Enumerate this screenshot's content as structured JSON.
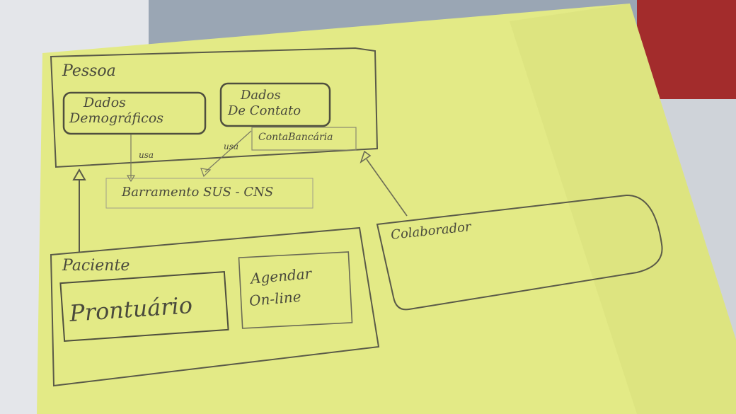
{
  "diagram": {
    "pessoa": {
      "title": "Pessoa"
    },
    "dados_demograficos": {
      "line1": "Dados",
      "line2": "Demográficos"
    },
    "dados_contato": {
      "line1": "Dados",
      "line2": "De Contato"
    },
    "conta_bancaria": {
      "label": "ContaBancária"
    },
    "barramento": {
      "label": "Barramento SUS - CNS"
    },
    "usa_left": {
      "label": "usa"
    },
    "usa_right": {
      "label": "usa"
    },
    "paciente": {
      "title": "Paciente"
    },
    "prontuario": {
      "label": "Prontuário"
    },
    "agendar": {
      "line1": "Agendar",
      "line2": "On-line"
    },
    "colaborador": {
      "title": "Colaborador"
    }
  },
  "colors": {
    "paper": "#e6ec8a",
    "pencil": "#5a5a48",
    "desk": "#c9cdd4"
  }
}
